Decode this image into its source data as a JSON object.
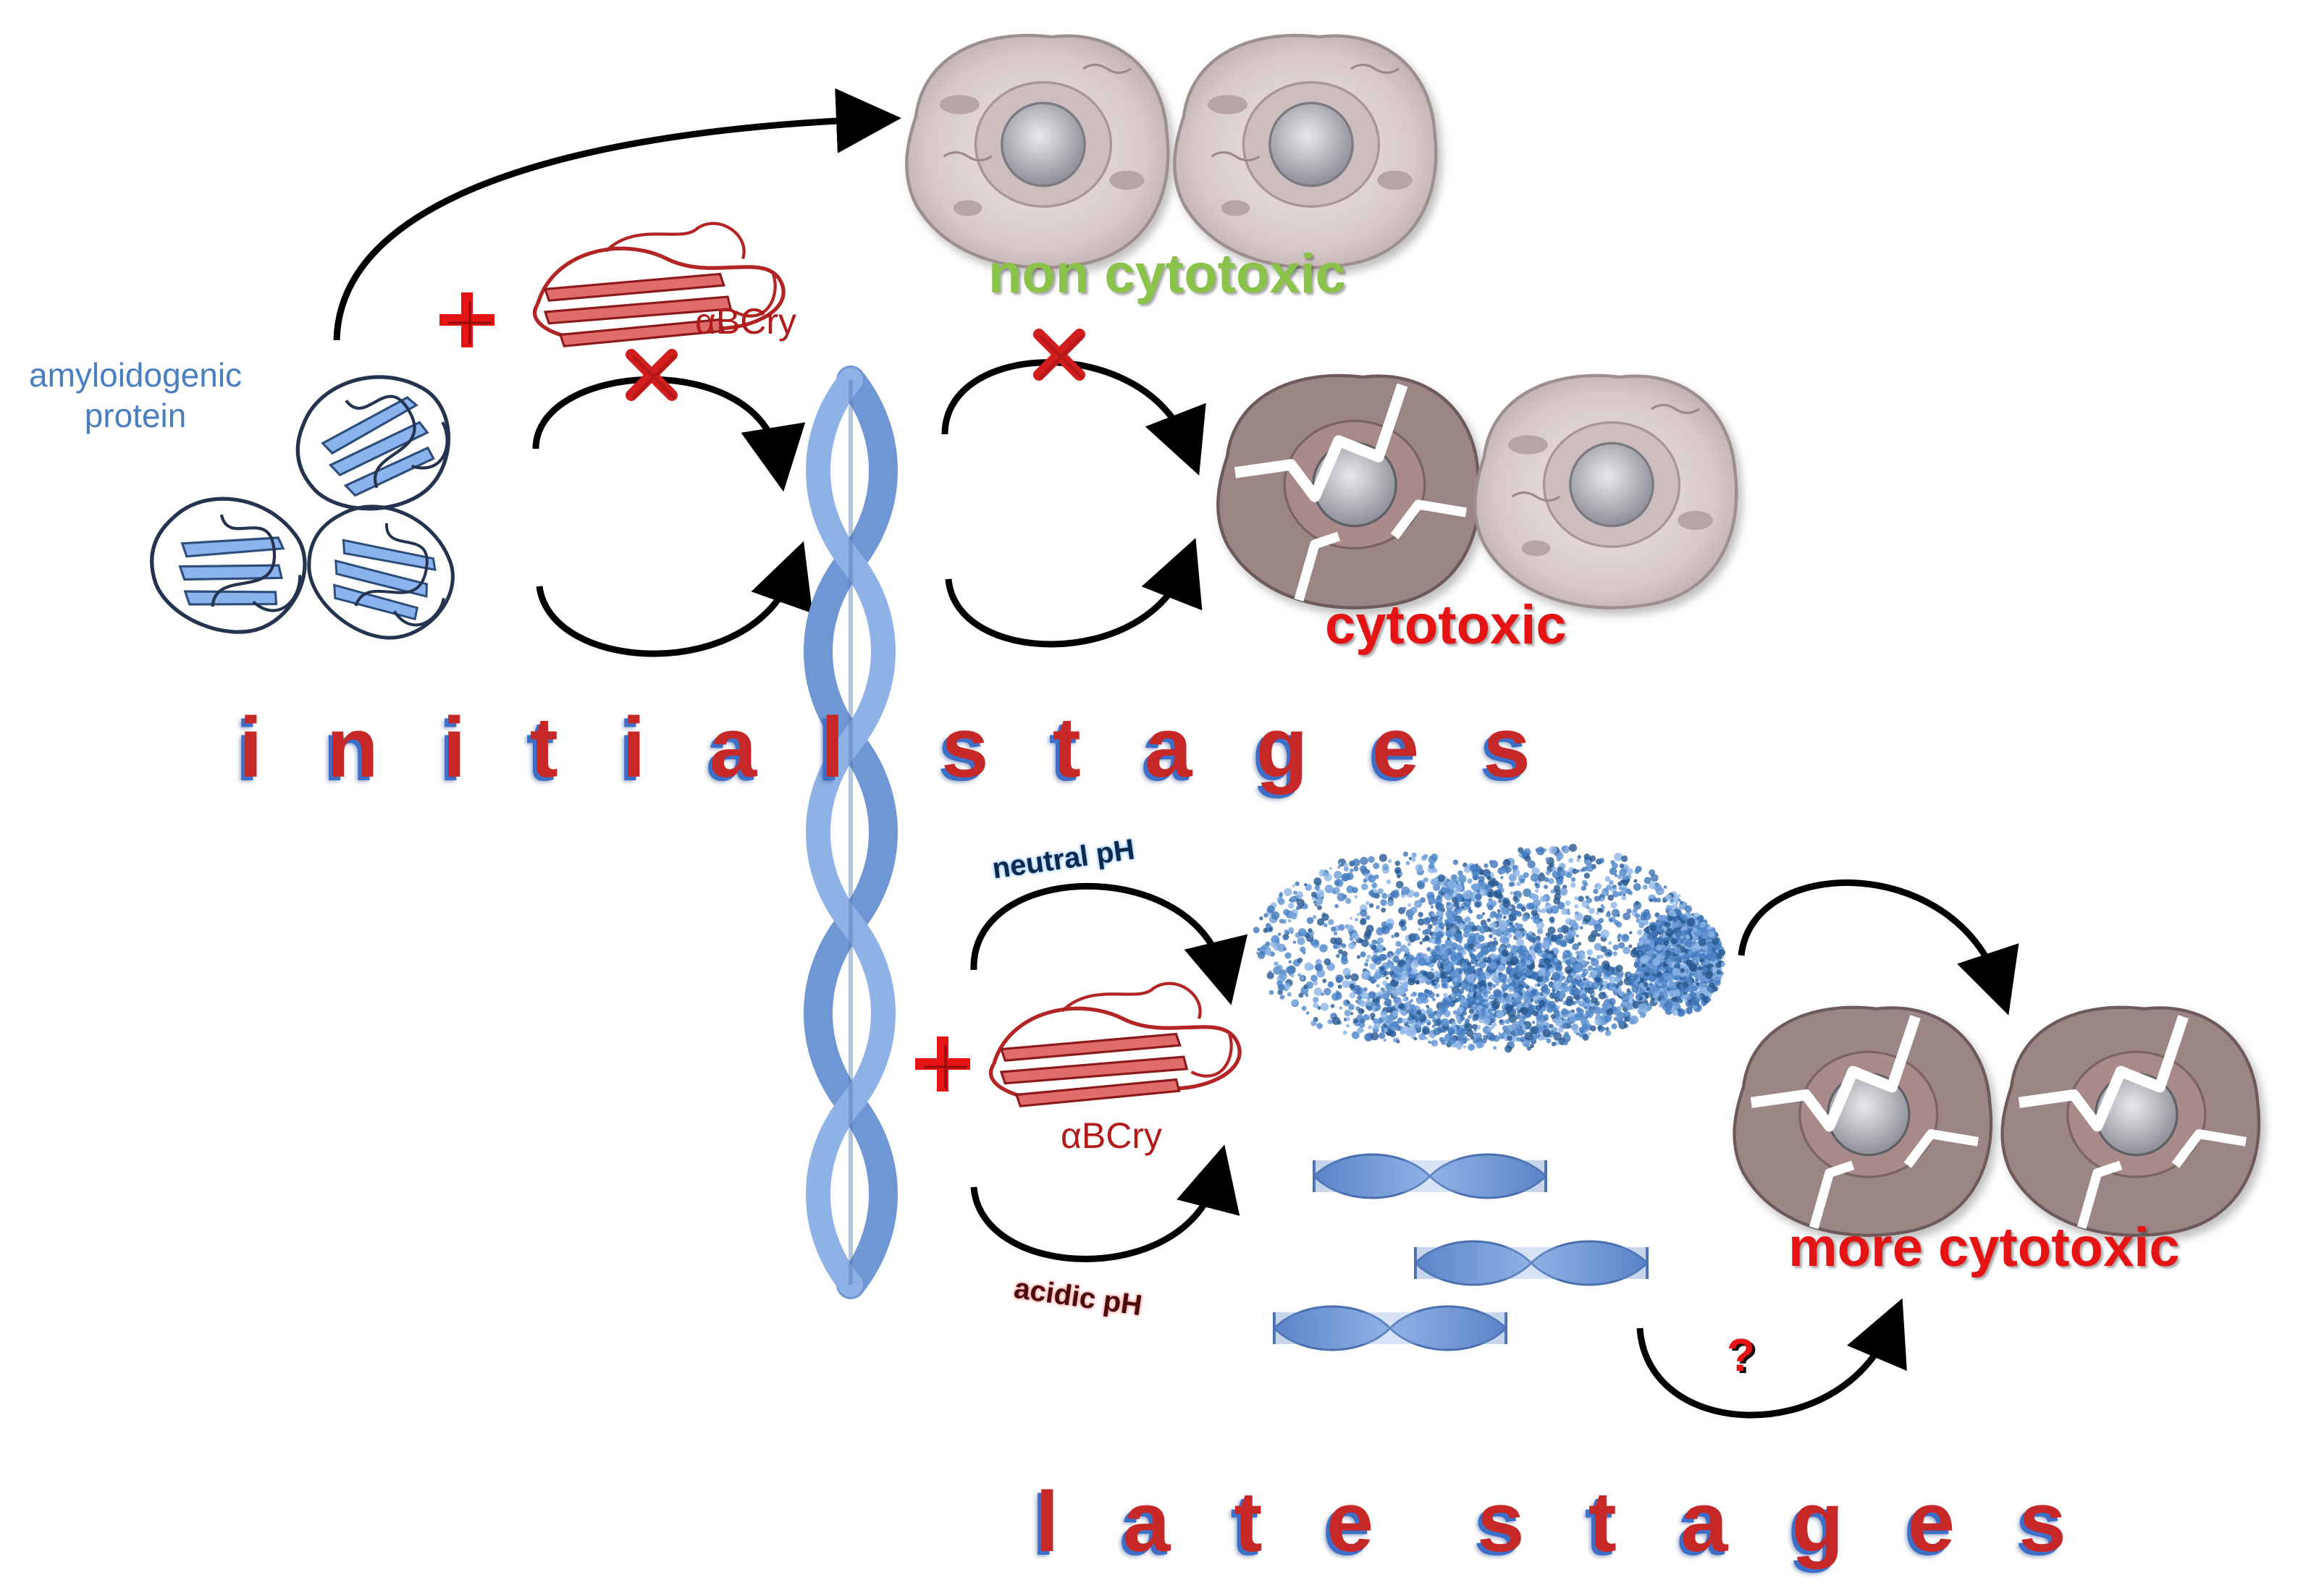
{
  "labels": {
    "amyloidogenic_protein": "amyloidogenic\nprotein",
    "abcry_top": "αBCry",
    "abcry_bottom": "αBCry",
    "non_cytotoxic": "non cytotoxic",
    "cytotoxic": "cytotoxic",
    "more_cytotoxic": "more cytotoxic",
    "initial": "initial",
    "stages_top": "stages",
    "late": "late",
    "stages_bottom": "stages",
    "neutral_ph": "neutral pH",
    "acidic_ph": "acidic pH",
    "question": "?"
  },
  "colors": {
    "protein_blue": "#5b8fd9",
    "chaperone_red": "#c83232",
    "cell_fill": "#d9cccc",
    "inhibit_red": "#d11d1d",
    "fibril_blue": "#6e97d4"
  },
  "icons": [
    "plus-icon",
    "inhibition-x-icon",
    "question-icon",
    "cell-icon",
    "damaged-cell-icon"
  ]
}
